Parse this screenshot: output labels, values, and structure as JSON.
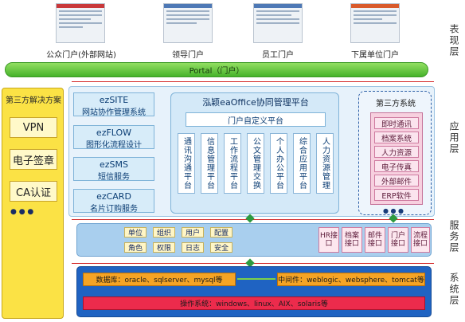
{
  "portals": [
    {
      "label": "公众门户(外部网站)"
    },
    {
      "label": "领导门户"
    },
    {
      "label": "员工门户"
    },
    {
      "label": "下属单位门户"
    }
  ],
  "layers": {
    "presentation": "表现层",
    "application": "应用层",
    "service": "服务层",
    "system": "系统层"
  },
  "portal_bar": "Portal（门户）",
  "third_party_solutions": {
    "title": "第三方解决方案",
    "items": [
      "VPN",
      "电子签章",
      "CA认证"
    ],
    "more": "● ● ●"
  },
  "ez_products": [
    {
      "name": "ezSITE",
      "desc": "网站协作管理系统"
    },
    {
      "name": "ezFLOW",
      "desc": "图形化流程设计"
    },
    {
      "name": "ezSMS",
      "desc": "短信服务"
    },
    {
      "name": "ezCARD",
      "desc": "名片订购服务"
    }
  ],
  "platform": {
    "title": "泓颖eaOffice协同管理平台",
    "custom": "门户自定义平台",
    "modules": [
      "通讯沟通平台",
      "信息管理平台",
      "工作流程平台",
      "公文管理交换",
      "个人办公平台",
      "综合应用平台",
      "人力资源管理"
    ]
  },
  "third_party_systems": {
    "title": "第三方系统",
    "items": [
      "即时通讯",
      "档案系统",
      "人力资源",
      "电子传真",
      "外部邮件",
      "ERP软件"
    ],
    "more": "● ● ●"
  },
  "services_row1": [
    "单位",
    "组织",
    "用户",
    "配置"
  ],
  "services_row2": [
    "角色",
    "权限",
    "日志",
    "安全"
  ],
  "interfaces": [
    "HR接口",
    "档案接口",
    "邮件接口",
    "门户接口",
    "流程接口"
  ],
  "system": {
    "database": "数据库：oracle、sqlserver、mysql等",
    "middleware": "中间件：weblogic、websphere、tomcat等",
    "os": "操作系统：windows、linux、AIX、solaris等"
  }
}
